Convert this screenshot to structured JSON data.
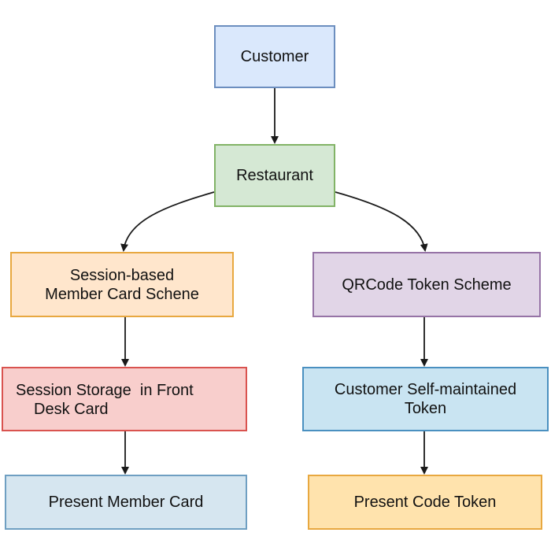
{
  "nodes": {
    "customer": {
      "text": "Customer",
      "fill": "#dae8fc",
      "stroke": "#6c8ebf"
    },
    "restaurant": {
      "text": "Restaurant",
      "fill": "#d5e8d4",
      "stroke": "#82b366"
    },
    "session": {
      "line1": "Session-based",
      "line2": "Member Card Schene",
      "fill": "#ffe6cc",
      "stroke": "#e8a840"
    },
    "qrcode": {
      "text": "QRCode Token Scheme",
      "fill": "#e1d5e7",
      "stroke": "#9673a6"
    },
    "storage": {
      "line1": "Session Storage  in Front",
      "line2": "Desk Card",
      "fill": "#f8cecc",
      "stroke": "#d9534f"
    },
    "selftoken": {
      "line1": "Customer Self-maintained",
      "line2": "Token",
      "fill": "#c9e4f2",
      "stroke": "#4a90c0"
    },
    "member": {
      "text": "Present Member Card",
      "fill": "#d6e6f0",
      "stroke": "#6f9fc2"
    },
    "codetoken": {
      "text": "Present Code Token",
      "fill": "#ffe3ad",
      "stroke": "#e8a840"
    }
  },
  "edges": [
    {
      "from": "customer",
      "to": "restaurant"
    },
    {
      "from": "restaurant",
      "to": "session"
    },
    {
      "from": "restaurant",
      "to": "qrcode"
    },
    {
      "from": "session",
      "to": "storage"
    },
    {
      "from": "qrcode",
      "to": "selftoken"
    },
    {
      "from": "storage",
      "to": "member"
    },
    {
      "from": "selftoken",
      "to": "codetoken"
    }
  ],
  "colors": {
    "arrow": "#1a1a1a"
  }
}
